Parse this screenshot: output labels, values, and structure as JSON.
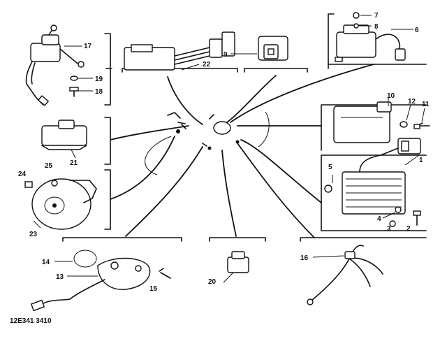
{
  "diagram": {
    "drawing_code": "12E341 3410",
    "callouts": {
      "p1": "1",
      "p2": "2",
      "p3": "3",
      "p4": "4",
      "p5": "5",
      "p6": "6",
      "p7": "7",
      "p8": "8",
      "p9": "9",
      "p10": "10",
      "p11": "11",
      "p12": "12",
      "p13": "13",
      "p14": "14",
      "p15": "15",
      "p16": "16",
      "p17": "17",
      "p18": "18",
      "p19": "19",
      "p20": "20",
      "p21": "21",
      "p22": "22",
      "p23": "23",
      "p24": "24",
      "p25": "25"
    }
  }
}
